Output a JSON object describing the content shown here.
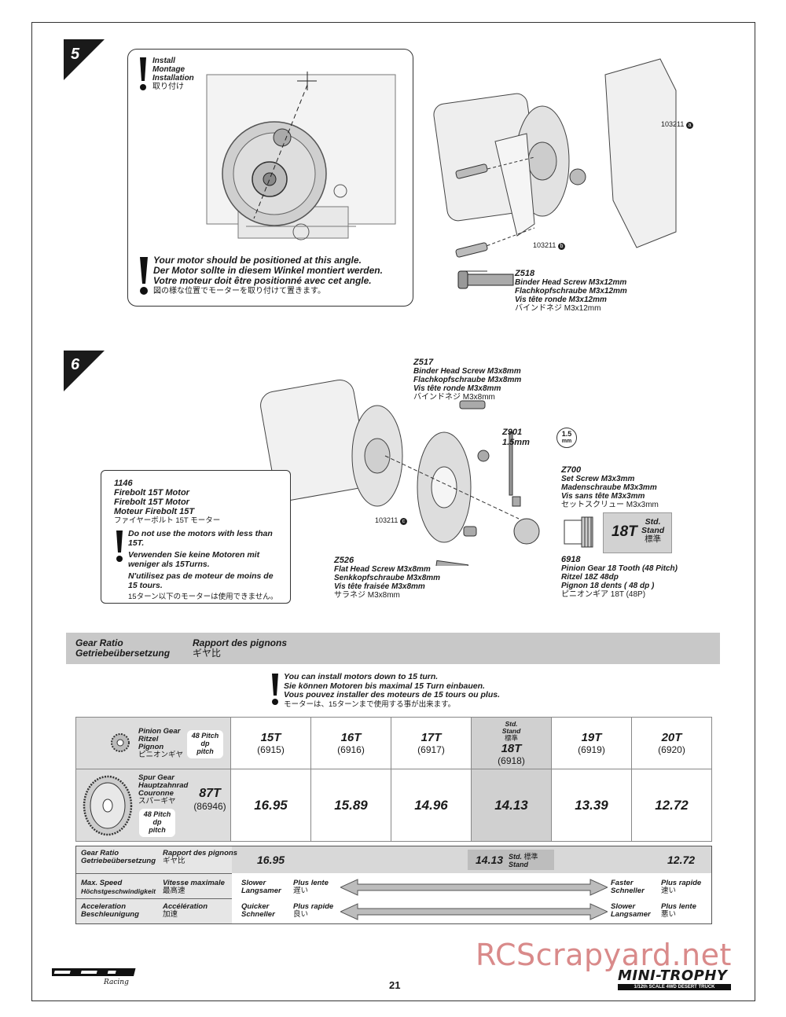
{
  "step5": {
    "number": "5",
    "install_lines": [
      "Install",
      "Montage",
      "Installation",
      "取り付け"
    ],
    "position_warning": [
      "Your motor should be positioned at this angle.",
      "Der Motor sollte in diesem Winkel montiert werden.",
      "Votre moteur doit être positionné avec cet angle.",
      "図の様な位置でモーターを取り付けて置きます。"
    ],
    "label_a": "103211",
    "label_b": "103211",
    "screw_code": "Z518",
    "screw_lines": [
      "Binder Head Screw M3x12mm",
      "Flachkopfschraube M3x12mm",
      "Vis tête ronde M3x12mm",
      "バインドネジ M3x12mm"
    ]
  },
  "step6": {
    "number": "6",
    "z517_code": "Z517",
    "z517_lines": [
      "Binder Head Screw M3x8mm",
      "Flachkopfschraube M3x8mm",
      "Vis tête ronde M3x8mm",
      "バインドネジ M3x8mm"
    ],
    "z901_code": "Z901",
    "z901_size": "1.5mm",
    "wrench_size": "1.5",
    "wrench_unit": "mm",
    "z700_code": "Z700",
    "z700_lines": [
      "Set Screw M3x3mm",
      "Madenschraube M3x3mm",
      "Vis sans tête M3x3mm",
      "セットスクリュー M3x3mm"
    ],
    "motor_code": "1146",
    "motor_lines": [
      "Firebolt 15T Motor",
      "Firebolt 15T Motor",
      "Moteur Firebolt 15T",
      "ファイヤーボルト 15T モーター"
    ],
    "motor_warning": [
      "Do not use the motors with less than 15T.",
      "Verwenden Sie keine Motoren mit weniger als 15Turns.",
      "N'utilisez pas de moteur de moins de 15 tours.",
      "15ターン以下のモーターは使用できません。"
    ],
    "label_c": "103211",
    "z526_code": "Z526",
    "z526_lines": [
      "Flat Head Screw M3x8mm",
      "Senkkopfschraube M3x8mm",
      "Vis tête fraisée M3x8mm",
      "サラネジ M3x8mm"
    ],
    "pinion_18t": "18T",
    "pinion_std": [
      "Std.",
      "Stand",
      "標準"
    ],
    "p6918_code": "6918",
    "p6918_lines": [
      "Pinion Gear 18 Tooth (48 Pitch)",
      "Ritzel 18Z 48dp",
      "Pignon 18 dents ( 48 dp )",
      "ピニオンギア 18T (48P)"
    ]
  },
  "gear_ratio_header": {
    "en": "Gear Ratio",
    "de": "Getriebeübersetzung",
    "fr": "Rapport des pignons",
    "jp": "ギヤ比"
  },
  "install_note": [
    "You can install motors down to 15 turn.",
    "Sie können Motoren bis maximal 15 Turn einbauen.",
    "Vous pouvez installer des moteurs de 15 tours ou plus.",
    "モーターは、15ターンまで使用する事が出来ます。"
  ],
  "table": {
    "pinion_label": [
      "Pinion Gear",
      "Ritzel",
      "Pignon",
      "ピニオンギヤ"
    ],
    "pitch_label": [
      "48 Pitch",
      "dp",
      "pitch"
    ],
    "spur_label": [
      "Spur Gear",
      "Hauptzahnrad",
      "Couronne",
      "スパーギヤ"
    ],
    "spur_teeth": "87T",
    "spur_part": "(86946)",
    "std_label": [
      "Std.",
      "Stand",
      "標準"
    ],
    "columns": [
      {
        "teeth": "15T",
        "part": "(6915)",
        "ratio": "16.95"
      },
      {
        "teeth": "16T",
        "part": "(6916)",
        "ratio": "15.89"
      },
      {
        "teeth": "17T",
        "part": "(6917)",
        "ratio": "14.96"
      },
      {
        "teeth": "18T",
        "part": "(6918)",
        "ratio": "14.13"
      },
      {
        "teeth": "19T",
        "part": "(6919)",
        "ratio": "13.39"
      },
      {
        "teeth": "20T",
        "part": "(6920)",
        "ratio": "12.72"
      }
    ]
  },
  "compare": {
    "ratio_label": [
      "Gear Ratio",
      "Getriebeübersetzung"
    ],
    "ratio_label2": [
      "Rapport des pignons",
      "ギヤ比"
    ],
    "ratio_low": "16.95",
    "ratio_std": "14.13",
    "std_text": [
      "Std.",
      "Stand",
      "標準"
    ],
    "ratio_high": "12.72",
    "speed_label": [
      "Max. Speed",
      "Höchstgeschwindigkeit"
    ],
    "speed_label2": [
      "Vitesse maximale",
      "最高速"
    ],
    "speed_left": [
      "Slower",
      "Langsamer"
    ],
    "speed_left2": [
      "Plus lente",
      "遅い"
    ],
    "speed_right": [
      "Faster",
      "Schneller"
    ],
    "speed_right2": [
      "Plus rapide",
      "速い"
    ],
    "accel_label": [
      "Acceleration",
      "Beschleunigung"
    ],
    "accel_label2": [
      "Accélération",
      "加速"
    ],
    "accel_left": [
      "Quicker",
      "Schneller"
    ],
    "accel_left2": [
      "Plus rapide",
      "良い"
    ],
    "accel_right": [
      "Slower",
      "Langsamer"
    ],
    "accel_right2": [
      "Plus lente",
      "悪い"
    ]
  },
  "footer": {
    "page_number": "21",
    "hpi_logo": "HPI RACING",
    "product_logo": "MINI-TROPHY",
    "product_sub": "1/12th SCALE 4WD DESERT TRUCK",
    "watermark": "RCScrapyard.net"
  }
}
